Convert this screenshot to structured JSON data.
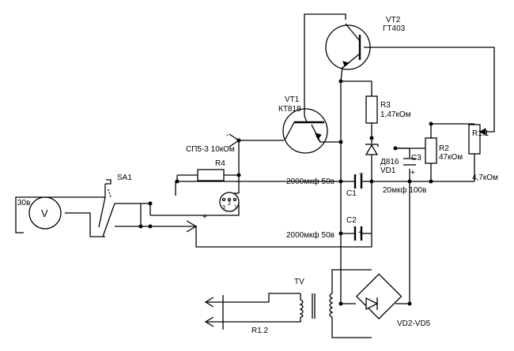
{
  "components": {
    "vt2": {
      "ref": "VT2",
      "value": "ГТ403"
    },
    "vt1": {
      "ref": "VT1",
      "value": "КТ818"
    },
    "r3": {
      "ref": "R3",
      "value": "1,47кОм"
    },
    "r1_1": {
      "ref": "R1.1",
      "value": "4,7кОм"
    },
    "r2": {
      "ref": "R2",
      "value": "47кОм"
    },
    "c3": {
      "ref": "C3",
      "value": "20мкф 100в"
    },
    "vd1": {
      "ref": "VD1",
      "value": "Д816"
    },
    "c1": {
      "ref": "C1",
      "value": "2000мкф 50в"
    },
    "c2": {
      "ref": "C2",
      "value": "2000мкф 50в"
    },
    "r4": {
      "ref": "R4",
      "value": "СП5-3 10кОм"
    },
    "sa1": {
      "ref": "SA1"
    },
    "voltmeter": {
      "range": "30в",
      "symbol": "V"
    },
    "tv": {
      "ref": "TV"
    },
    "bridge": {
      "ref": "VD2-VD5"
    },
    "r1_2": {
      "ref": "R1.2"
    }
  },
  "pot_pins": [
    "1",
    "2",
    "3"
  ],
  "polarity": {
    "plus": "+",
    "minus": "-"
  }
}
